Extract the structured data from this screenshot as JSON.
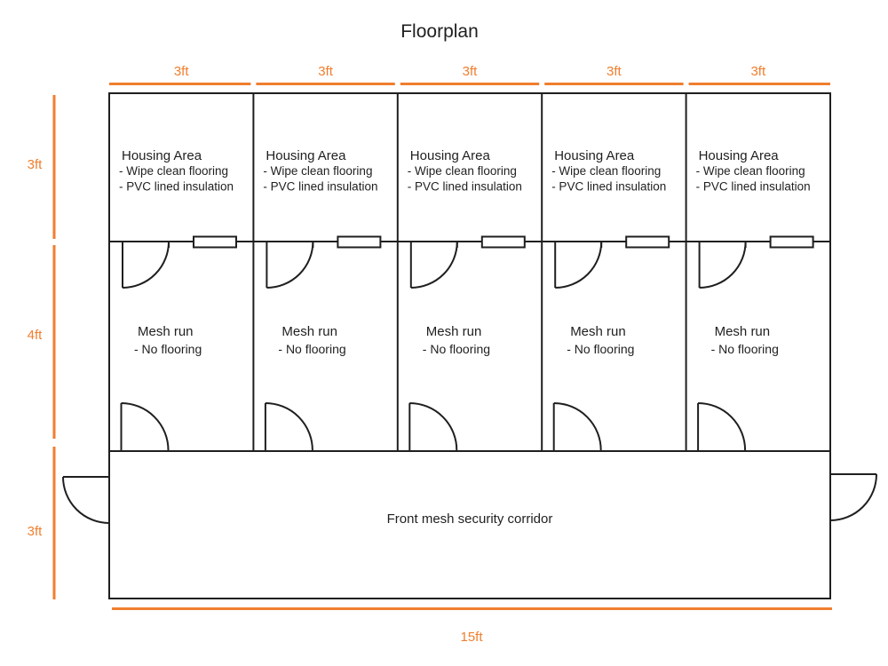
{
  "page_title": "Floorplan",
  "colors": {
    "accent_orange": "#F07E2E",
    "line_ink": "#1F1F1F"
  },
  "dimensions": {
    "top_labels": [
      "3ft",
      "3ft",
      "3ft",
      "3ft",
      "3ft"
    ],
    "left_labels": [
      "3ft",
      "4ft",
      "3ft"
    ],
    "bottom_label": "15ft"
  },
  "units": [
    {
      "area_title": "Housing Area",
      "area_items": [
        "- Wipe clean flooring",
        "- PVC lined insulation"
      ],
      "run_title": "Mesh run",
      "run_items": [
        "- No flooring"
      ]
    },
    {
      "area_title": "Housing Area",
      "area_items": [
        "- Wipe clean flooring",
        "- PVC lined insulation"
      ],
      "run_title": "Mesh run",
      "run_items": [
        "- No flooring"
      ]
    },
    {
      "area_title": "Housing Area",
      "area_items": [
        "- Wipe clean flooring",
        "- PVC lined insulation"
      ],
      "run_title": "Mesh run",
      "run_items": [
        "- No flooring"
      ]
    },
    {
      "area_title": "Housing Area",
      "area_items": [
        "- Wipe clean flooring",
        "- PVC lined insulation"
      ],
      "run_title": "Mesh run",
      "run_items": [
        "- No flooring"
      ]
    },
    {
      "area_title": "Housing Area",
      "area_items": [
        "- Wipe clean flooring",
        "- PVC lined insulation"
      ],
      "run_title": "Mesh run",
      "run_items": [
        "- No flooring"
      ]
    }
  ],
  "corridor_label": "Front mesh security corridor"
}
